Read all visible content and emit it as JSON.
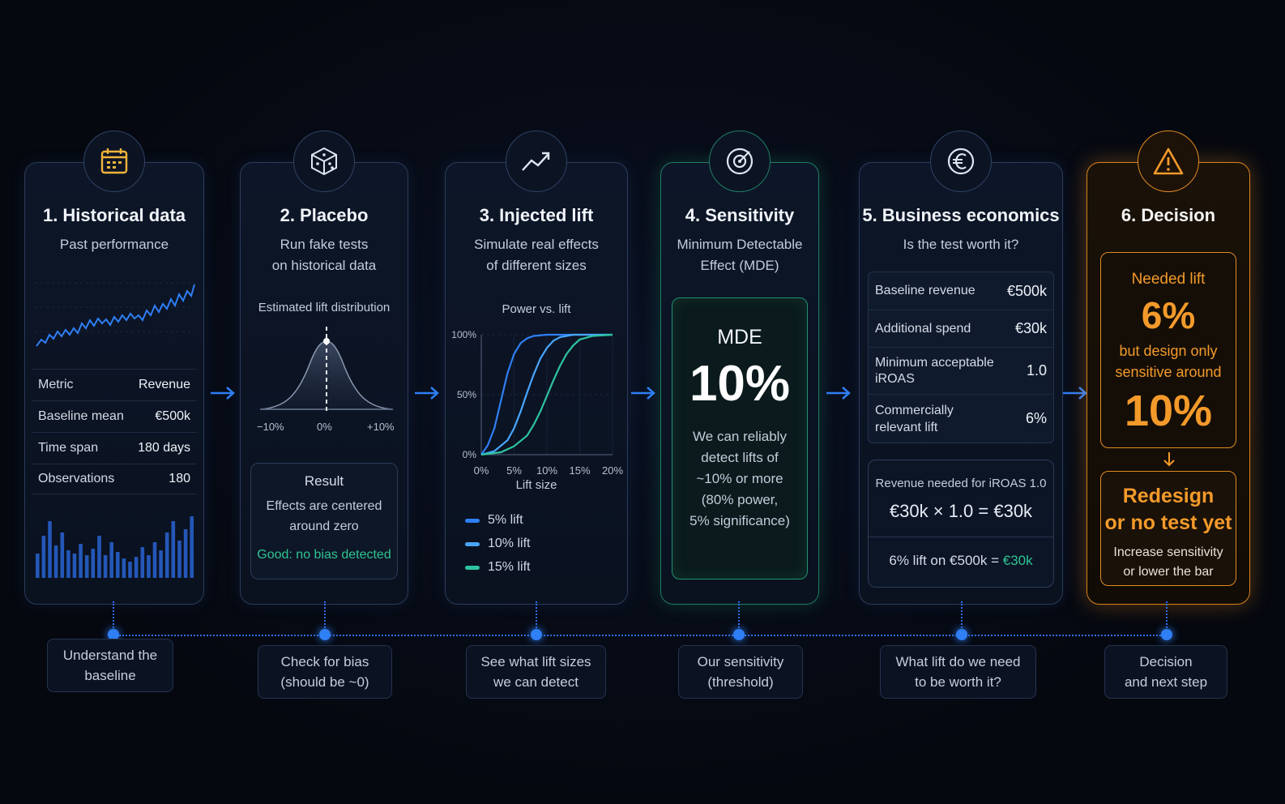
{
  "colors": {
    "accent_blue": "#2f7ff5",
    "accent_green": "#2ec492",
    "accent_orange": "#f39a2b"
  },
  "cards": [
    {
      "title": "1. Historical data",
      "subtitle": "Past performance",
      "icon": "calendar-icon",
      "table": [
        {
          "k": "Metric",
          "v": "Revenue"
        },
        {
          "k": "Baseline mean",
          "v": "€500k"
        },
        {
          "k": "Time span",
          "v": "180 days"
        },
        {
          "k": "Observations",
          "v": "180"
        }
      ]
    },
    {
      "title": "2. Placebo",
      "subtitle_1": "Run fake tests",
      "subtitle_2": "on historical data",
      "icon": "dice-icon",
      "chart_label": "Estimated lift distribution",
      "ticks": [
        "−10%",
        "0%",
        "+10%"
      ],
      "result_title": "Result",
      "result_1": "Effects are centered",
      "result_2": "around zero",
      "result_good": "Good: no bias detected"
    },
    {
      "title": "3. Injected lift",
      "subtitle_1": "Simulate real effects",
      "subtitle_2": "of different sizes",
      "icon": "trend-up-icon"
    },
    {
      "title": "4. Sensitivity",
      "subtitle_1": "Minimum Detectable",
      "subtitle_2": "Effect (MDE)",
      "icon": "target-icon",
      "mde_label": "MDE",
      "mde_value": "10%",
      "mde_desc": [
        "We can reliably",
        "detect lifts of",
        "~10% or more",
        "(80% power,",
        "5% significance)"
      ]
    },
    {
      "title": "5. Business economics",
      "subtitle": "Is the test worth it?",
      "icon": "euro-icon",
      "table": [
        {
          "k": "Baseline revenue",
          "v": "€500k"
        },
        {
          "k": "Additional spend",
          "v": "€30k"
        },
        {
          "k": "Minimum acceptable",
          "k2": "iROAS",
          "v": "1.0"
        },
        {
          "k": "Commercially",
          "k2": "relevant lift",
          "v": "6%"
        }
      ],
      "rev_label": "Revenue needed for iROAS 1.0",
      "rev_formula": "€30k × 1.0 = €30k",
      "lift_calc": "6% lift on €500k = ",
      "lift_calc_result": "€30k"
    },
    {
      "title": "6. Decision",
      "icon": "warning-icon",
      "needed_label": "Needed lift",
      "needed_value": "6%",
      "but_1": "but design only",
      "but_2": "sensitive around",
      "sensitive_value": "10%",
      "redesign_1": "Redesign",
      "redesign_2": "or no test yet",
      "advice_1": "Increase sensitivity",
      "advice_2": "or lower the bar"
    }
  ],
  "chart_data": {
    "type": "line",
    "title": "Power vs. lift",
    "xlabel": "Lift size",
    "ylabel": "",
    "x_ticks": [
      "0%",
      "5%",
      "10%",
      "15%",
      "20%"
    ],
    "y_ticks": [
      "0%",
      "50%",
      "100%"
    ],
    "xlim": [
      0,
      20
    ],
    "ylim": [
      0,
      100
    ],
    "series": [
      {
        "name": "5% lift",
        "color": "#2f7ff5",
        "x": [
          0,
          1,
          2,
          3,
          4,
          5,
          6,
          7,
          8,
          10,
          12,
          15,
          20
        ],
        "y": [
          0,
          8,
          22,
          45,
          68,
          84,
          93,
          97,
          99,
          100,
          100,
          100,
          100
        ]
      },
      {
        "name": "10% lift",
        "color": "#49a6ff",
        "x": [
          0,
          2,
          4,
          5,
          6,
          7,
          8,
          9,
          10,
          11,
          12,
          14,
          16,
          20
        ],
        "y": [
          0,
          3,
          12,
          22,
          36,
          52,
          67,
          80,
          89,
          95,
          98,
          100,
          100,
          100
        ]
      },
      {
        "name": "15% lift",
        "color": "#2ec4a0",
        "x": [
          0,
          3,
          5,
          7,
          8,
          9,
          10,
          11,
          12,
          13,
          14,
          15,
          17,
          20
        ],
        "y": [
          0,
          2,
          7,
          16,
          25,
          36,
          49,
          62,
          74,
          84,
          91,
          96,
          99,
          100
        ]
      }
    ]
  },
  "steps": [
    {
      "l1": "Understand the",
      "l2": "baseline"
    },
    {
      "l1": "Check for bias",
      "l2": "(should be ~0)"
    },
    {
      "l1": "See what lift sizes",
      "l2": "we can detect"
    },
    {
      "l1": "Our sensitivity",
      "l2": "(threshold)"
    },
    {
      "l1": "What lift do we need",
      "l2": "to be worth it?"
    },
    {
      "l1": "Decision",
      "l2": "and next step"
    }
  ]
}
